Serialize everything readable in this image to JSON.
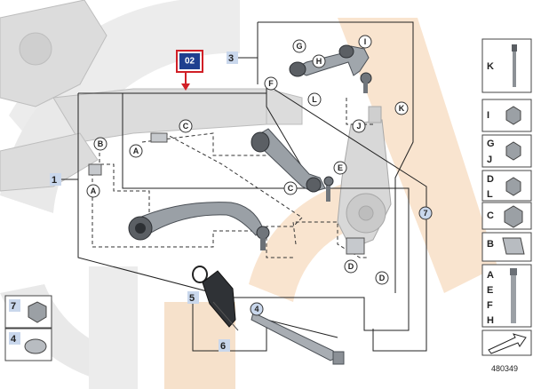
{
  "highlight": {
    "label": "02",
    "color": "#d11f26",
    "fill": "#1f3f8f"
  },
  "parts": [
    {
      "num": "1"
    },
    {
      "num": "3"
    },
    {
      "num": "5"
    },
    {
      "num": "6"
    },
    {
      "num": "7"
    }
  ],
  "callouts": [
    "A",
    "A",
    "B",
    "C",
    "C",
    "D",
    "D",
    "E",
    "F",
    "G",
    "H",
    "I",
    "J",
    "K",
    "L",
    "4",
    "7"
  ],
  "legend": {
    "right": [
      "K",
      "I",
      "G",
      "J",
      "D",
      "L",
      "C",
      "B",
      "A",
      "E",
      "F",
      "H"
    ],
    "left": [
      "7",
      "4"
    ]
  },
  "reference": "480349",
  "colors": {
    "tag_blue": "#c9d7ec",
    "watermark_orange": "#f9e4cf",
    "watermark_gray": "#e6e6e6"
  }
}
